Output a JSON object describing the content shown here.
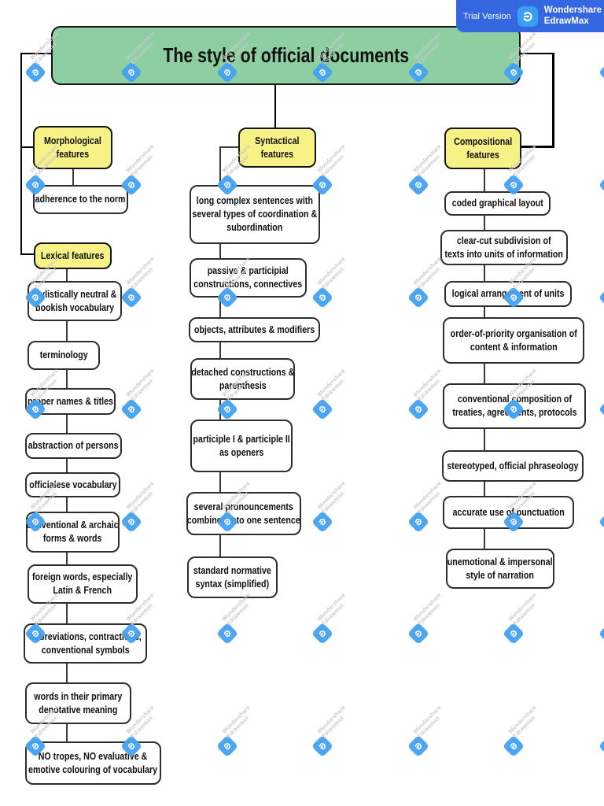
{
  "banner": {
    "trial_label": "Trial Version",
    "brand_line1": "Wondershare",
    "brand_line2": "EdrawMax"
  },
  "watermark": {
    "line1": "Wondershare",
    "line2": "Edrawmax"
  },
  "colors": {
    "banner_bg": "#3567e0",
    "logo_bg": "#3b9ef2",
    "watermark_blue": "#45a2f2",
    "watermark_text": "#c9c9c9",
    "root_fill": "#8dcfa2",
    "branch_fill": "#f7f286",
    "leaf_fill": "#ffffff"
  },
  "diagram": {
    "root_label": "The style of official documents",
    "columns": {
      "morphological": {
        "header": "Morphological\nfeatures",
        "items": [
          "adherence to the norm"
        ]
      },
      "lexical": {
        "header": "Lexical features",
        "items": [
          "stylistically neutral &\nbookish vocabulary",
          "terminology",
          "proper names & titles",
          "abstraction of persons",
          "officialese vocabulary",
          "conventional & archaic\nforms & words",
          "foreign words, especially\nLatin & French",
          "abbreviations, contractions,\nconventional symbols",
          "words in their primary\ndenotative meaning",
          "NO tropes, NO evaluative &\nemotive colouring of vocabulary"
        ]
      },
      "syntactical": {
        "header": "Syntactical\nfeatures",
        "items": [
          "long complex sentences with\nseveral types of coordination &\nsubordination",
          "passive & participial\nconstructions, connectives",
          "objects, attributes & modifiers",
          "detached constructions &\nparenthesis",
          "participle I & participle II\nas openers",
          "several pronouncements\ncombined into one sentence",
          "standard normative\nsyntax (simplified)"
        ]
      },
      "compositional": {
        "header": "Compositional\nfeatures",
        "items": [
          "coded graphical layout",
          "clear-cut subdivision of\ntexts into units of information",
          "logical arrangement of units",
          "order-of-priority organisation of\ncontent & information",
          "conventional composition of\ntreaties, agreements, protocols",
          "stereotyped, official phraseology",
          "accurate use of punctuation",
          "unemotional & impersonal\nstyle of narration"
        ]
      }
    }
  }
}
